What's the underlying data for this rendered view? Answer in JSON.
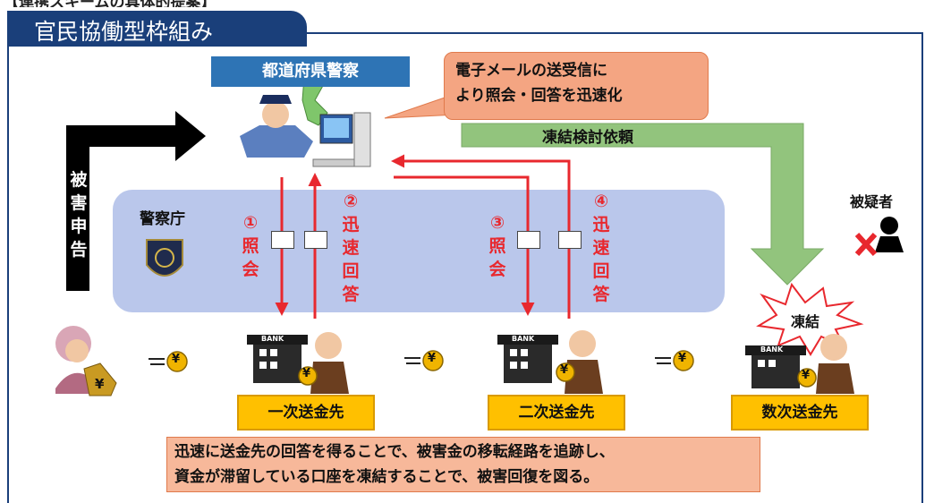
{
  "header": {
    "top_caption": "【連携スキームの具体的提案】",
    "banner_title": "官民協働型枠組み"
  },
  "police": {
    "label": "都道府県警察",
    "callout": [
      "電子メールの送受信に",
      "より照会・回答を迅速化"
    ]
  },
  "npa": {
    "label": "警察庁"
  },
  "damage_report": {
    "chars": [
      "被",
      "害",
      "申",
      "告"
    ]
  },
  "freeze_request": {
    "label": "凍結検討依頼"
  },
  "suspect": {
    "label": "被疑者"
  },
  "steps": {
    "s1_num": "①",
    "s1_chars": [
      "照",
      "会"
    ],
    "s2_num": "②",
    "s2_chars": [
      "迅",
      "速",
      "回",
      "答"
    ],
    "s3_num": "③",
    "s3_chars": [
      "照",
      "会"
    ],
    "s4_num": "④",
    "s4_chars": [
      "迅",
      "速",
      "回",
      "答"
    ]
  },
  "banks": {
    "b1": "一次送金先",
    "b2": "二次送金先",
    "b3": "数次送金先",
    "sign": "BANK",
    "freeze_burst": "凍結"
  },
  "yen_symbol": "¥",
  "summary": [
    "迅速に送金先の回答を得ることで、被害金の移転経路を追跡し、",
    "資金が滞留している口座を凍結することで、被害回復を図る。"
  ],
  "colors": {
    "navy": "#1a3f7a",
    "red_arrow": "#e8282e",
    "green_arrow": "#92c47d",
    "panel_blue": "#aebde8",
    "label_blue": "#2e74b5",
    "label_gold": "#ffc000",
    "callout_orange": "#f4a582"
  }
}
